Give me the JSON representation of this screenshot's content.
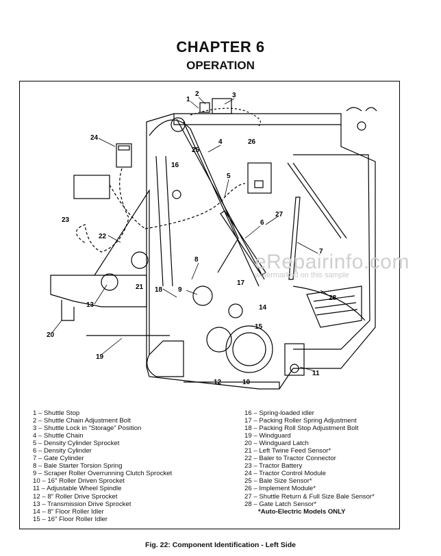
{
  "header": {
    "chapter": "CHAPTER 6",
    "section": "OPERATION"
  },
  "watermark": {
    "site": "eRepairinfo.com",
    "note": "watermarked on this sample"
  },
  "callouts": [
    "1",
    "2",
    "3",
    "4",
    "5",
    "6",
    "7",
    "8",
    "9",
    "10",
    "11",
    "12",
    "13",
    "14",
    "15",
    "16",
    "17",
    "18",
    "19",
    "20",
    "21",
    "22",
    "23",
    "24",
    "25",
    "26",
    "27",
    "28"
  ],
  "legend_left": [
    "1 – Shuttle Stop",
    "2 – Shuttle Chain Adjustment Bolt",
    "3 – Shuttle Lock in “Storage” Position",
    "4 – Shuttle Chain",
    "5 – Density Cylinder Sprocket",
    "6 – Density Cylinder",
    "7 – Gate Cylinder",
    "8 – Bale Starter Torsion Spring",
    "9 – Scraper Roller Overrunning Clutch Sprocket",
    "10 – 16″ Roller Driven Sprocket",
    "11 – Adjustable Wheel Spindle",
    "12 – 8″ Roller Drive Sprocket",
    "13 – Transmission Drive Sprocket",
    "14 – 8″ Floor Roller Idler",
    "15 – 16″ Floor Roller Idler"
  ],
  "legend_right": [
    "16 – Spring-loaded idler",
    "17 – Packing Roller Spring Adjustment",
    "18 – Packing Roll Stop Adjustment Bolt",
    "19 – Windguard",
    "20 – Windguard Latch",
    "21 – Left Twine Feed Sensor*",
    "22 – Baler to Tractor Connector",
    "23 – Tractor Battery",
    "24 – Tractor Control Module",
    "25 – Bale Size Sensor*",
    "26 – Implement Module*",
    "27 – Shuttle Return & Full Size Bale Sensor*",
    "28 – Gate Latch Sensor*"
  ],
  "legend_note": "*Auto-Electric Models ONLY",
  "caption": "Fig. 22: Component Identification - Left Side"
}
